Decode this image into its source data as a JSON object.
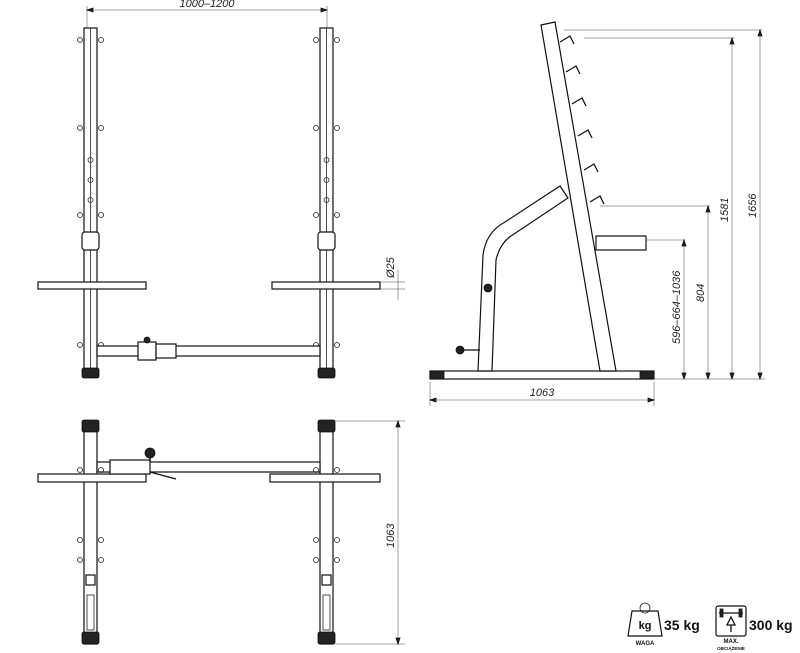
{
  "dimensions": {
    "front_width": "1000–1200",
    "bar_diameter": "Ø25",
    "side_height_total": "1656",
    "side_height_top_hook": "1581",
    "side_height_handle": "804",
    "side_height_range": "596–664–1036",
    "side_depth": "1063",
    "top_depth": "1063"
  },
  "specs": {
    "weight_unit": "kg",
    "weight_value": "35 kg",
    "weight_caption": "WAGA",
    "load_value": "300 kg",
    "load_caption_top": "MAX.",
    "load_caption_bottom": "OBCIĄŻENIE"
  }
}
